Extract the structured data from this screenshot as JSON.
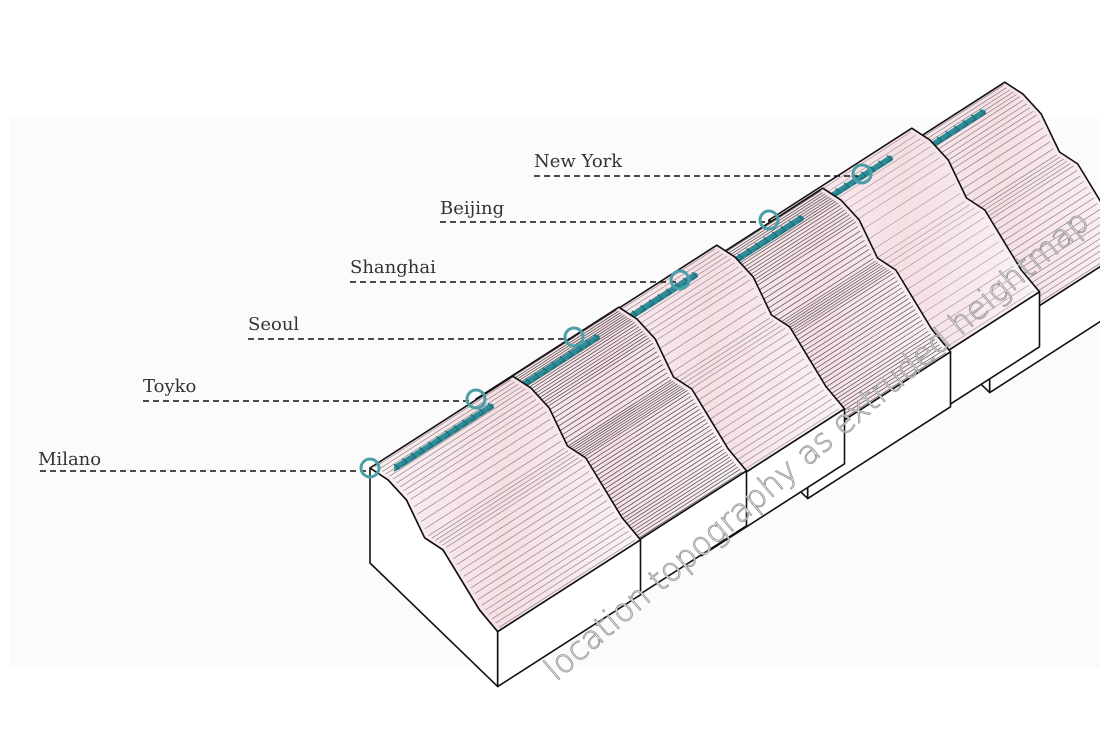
{
  "caption": "location topography as extruded heightmap",
  "locations": [
    {
      "name": "Milano"
    },
    {
      "name": "Toyko"
    },
    {
      "name": "Seoul"
    },
    {
      "name": "Shanghai"
    },
    {
      "name": "Beijing"
    },
    {
      "name": "New York"
    }
  ],
  "colors": {
    "marker": "#4a9fa6",
    "path": "#2c8c98",
    "outline": "#111111",
    "surface_tint": "#f7e4e8"
  }
}
